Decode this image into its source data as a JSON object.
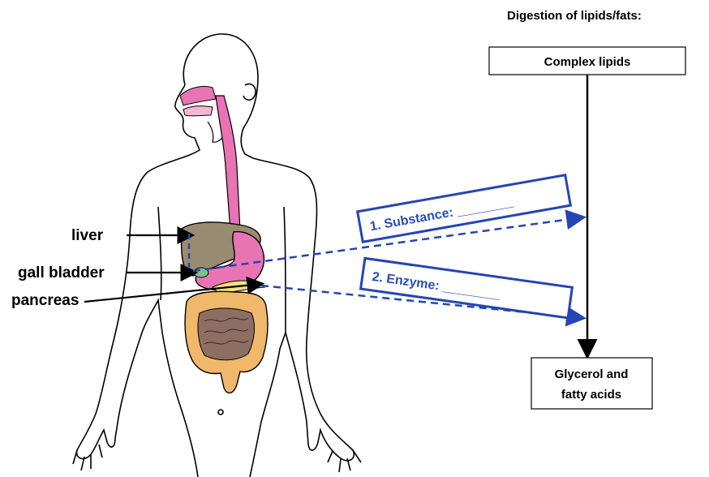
{
  "diagram": {
    "title": "Digestion of lipids/fats:",
    "top_box": "Complex lipids",
    "bottom_box_lines": [
      "Glycerol and",
      "fatty acids"
    ],
    "blank_1": "1. Substance: ________",
    "blank_2": "2. Enzyme: ________",
    "organ_labels": {
      "liver": "liver",
      "gall_bladder": "gall bladder",
      "pancreas": "pancreas"
    },
    "colors": {
      "esophagus": "#e874b4",
      "stomach": "#e874b4",
      "liver": "#9a8c72",
      "intestine": "#f0b86a",
      "small_intestine": "#8c6e62",
      "blue": "#2445b3"
    }
  }
}
